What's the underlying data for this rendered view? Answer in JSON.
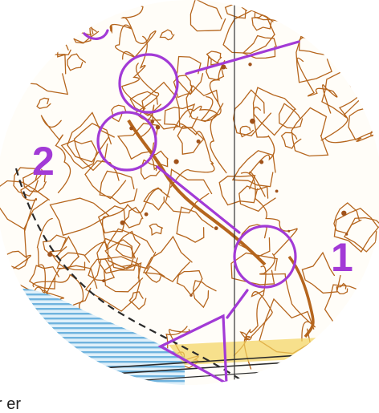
{
  "map": {
    "controls": [
      {
        "id": "control-1",
        "label": "1"
      },
      {
        "id": "control-2",
        "label": "2"
      }
    ],
    "colors": {
      "course": "#a23ad6",
      "contour": "#b5651d",
      "water": "#4a90c8",
      "water_light": "#cfe6f5",
      "open_land": "#f4d35e",
      "track": "#2a2a2a",
      "magnetic_north": "#333333"
    }
  },
  "caption": {
    "text": "r er"
  }
}
